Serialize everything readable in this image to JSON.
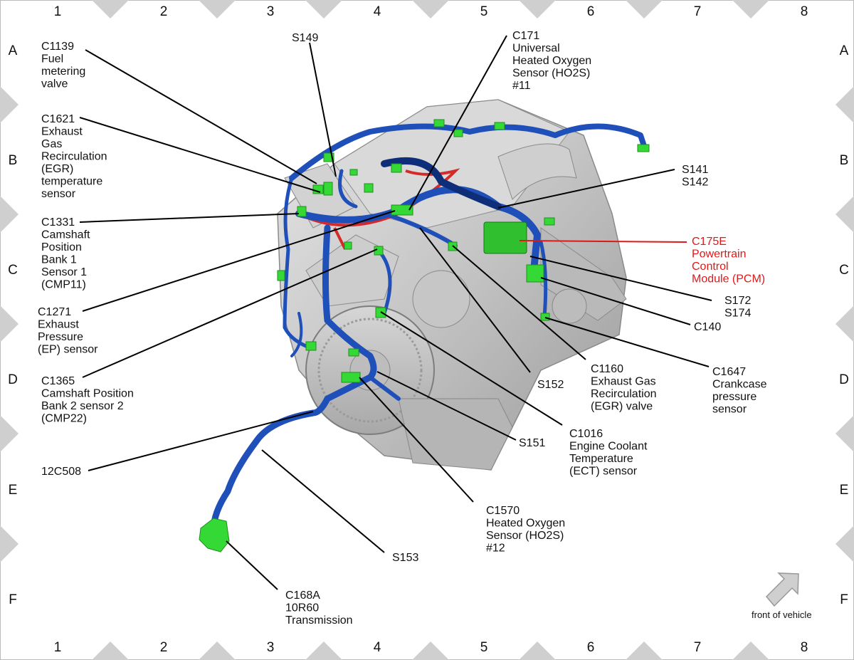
{
  "grid": {
    "columns": [
      "1",
      "2",
      "3",
      "4",
      "5",
      "6",
      "7",
      "8"
    ],
    "rows": [
      "A",
      "B",
      "C",
      "D",
      "E",
      "F"
    ]
  },
  "colors": {
    "harness": "#1f4fb8",
    "harness_dark": "#0e2e7a",
    "connector": "#35d935",
    "accent_red": "#e01818",
    "engine": "#c9c9c9"
  },
  "labels": [
    {
      "id": "c1139",
      "lines": [
        "C1139",
        "Fuel",
        "metering",
        "valve"
      ]
    },
    {
      "id": "s149",
      "lines": [
        "S149"
      ]
    },
    {
      "id": "c171",
      "lines": [
        "C171",
        "Universal",
        "Heated Oxygen",
        "Sensor (HO2S)",
        "#11"
      ]
    },
    {
      "id": "c1621",
      "lines": [
        "C1621",
        "Exhaust",
        "Gas",
        "Recirculation",
        "(EGR)",
        "temperature",
        "sensor"
      ]
    },
    {
      "id": "s141",
      "lines": [
        "S141",
        "S142"
      ]
    },
    {
      "id": "c1331",
      "lines": [
        "C1331",
        "Camshaft",
        "Position",
        "Bank 1",
        "Sensor 1",
        "(CMP11)"
      ]
    },
    {
      "id": "c175e",
      "lines": [
        "C175E",
        "Powertrain",
        "Control",
        "Module (PCM)"
      ]
    },
    {
      "id": "s172",
      "lines": [
        "S172",
        "S174"
      ]
    },
    {
      "id": "c140",
      "lines": [
        "C140"
      ]
    },
    {
      "id": "c1271",
      "lines": [
        "C1271",
        "Exhaust",
        "Pressure",
        "(EP) sensor"
      ]
    },
    {
      "id": "s152",
      "lines": [
        "S152"
      ]
    },
    {
      "id": "c1160",
      "lines": [
        "C1160",
        "Exhaust Gas",
        "Recirculation",
        "(EGR) valve"
      ]
    },
    {
      "id": "c1647",
      "lines": [
        "C1647",
        "Crankcase",
        "pressure",
        "sensor"
      ]
    },
    {
      "id": "c1365",
      "lines": [
        "C1365",
        "Camshaft Position",
        "Bank 2 sensor 2",
        "(CMP22)"
      ]
    },
    {
      "id": "s151",
      "lines": [
        "S151"
      ]
    },
    {
      "id": "c1016",
      "lines": [
        "C1016",
        "Engine Coolant",
        "Temperature",
        "(ECT) sensor"
      ]
    },
    {
      "id": "12c508",
      "lines": [
        "12C508"
      ]
    },
    {
      "id": "c1570",
      "lines": [
        "C1570",
        "Heated Oxygen",
        "Sensor (HO2S)",
        "#12"
      ]
    },
    {
      "id": "s153",
      "lines": [
        "S153"
      ]
    },
    {
      "id": "c168a",
      "lines": [
        "C168A",
        "10R60",
        "Transmission"
      ]
    }
  ],
  "orientation": {
    "label": "front of vehicle"
  }
}
